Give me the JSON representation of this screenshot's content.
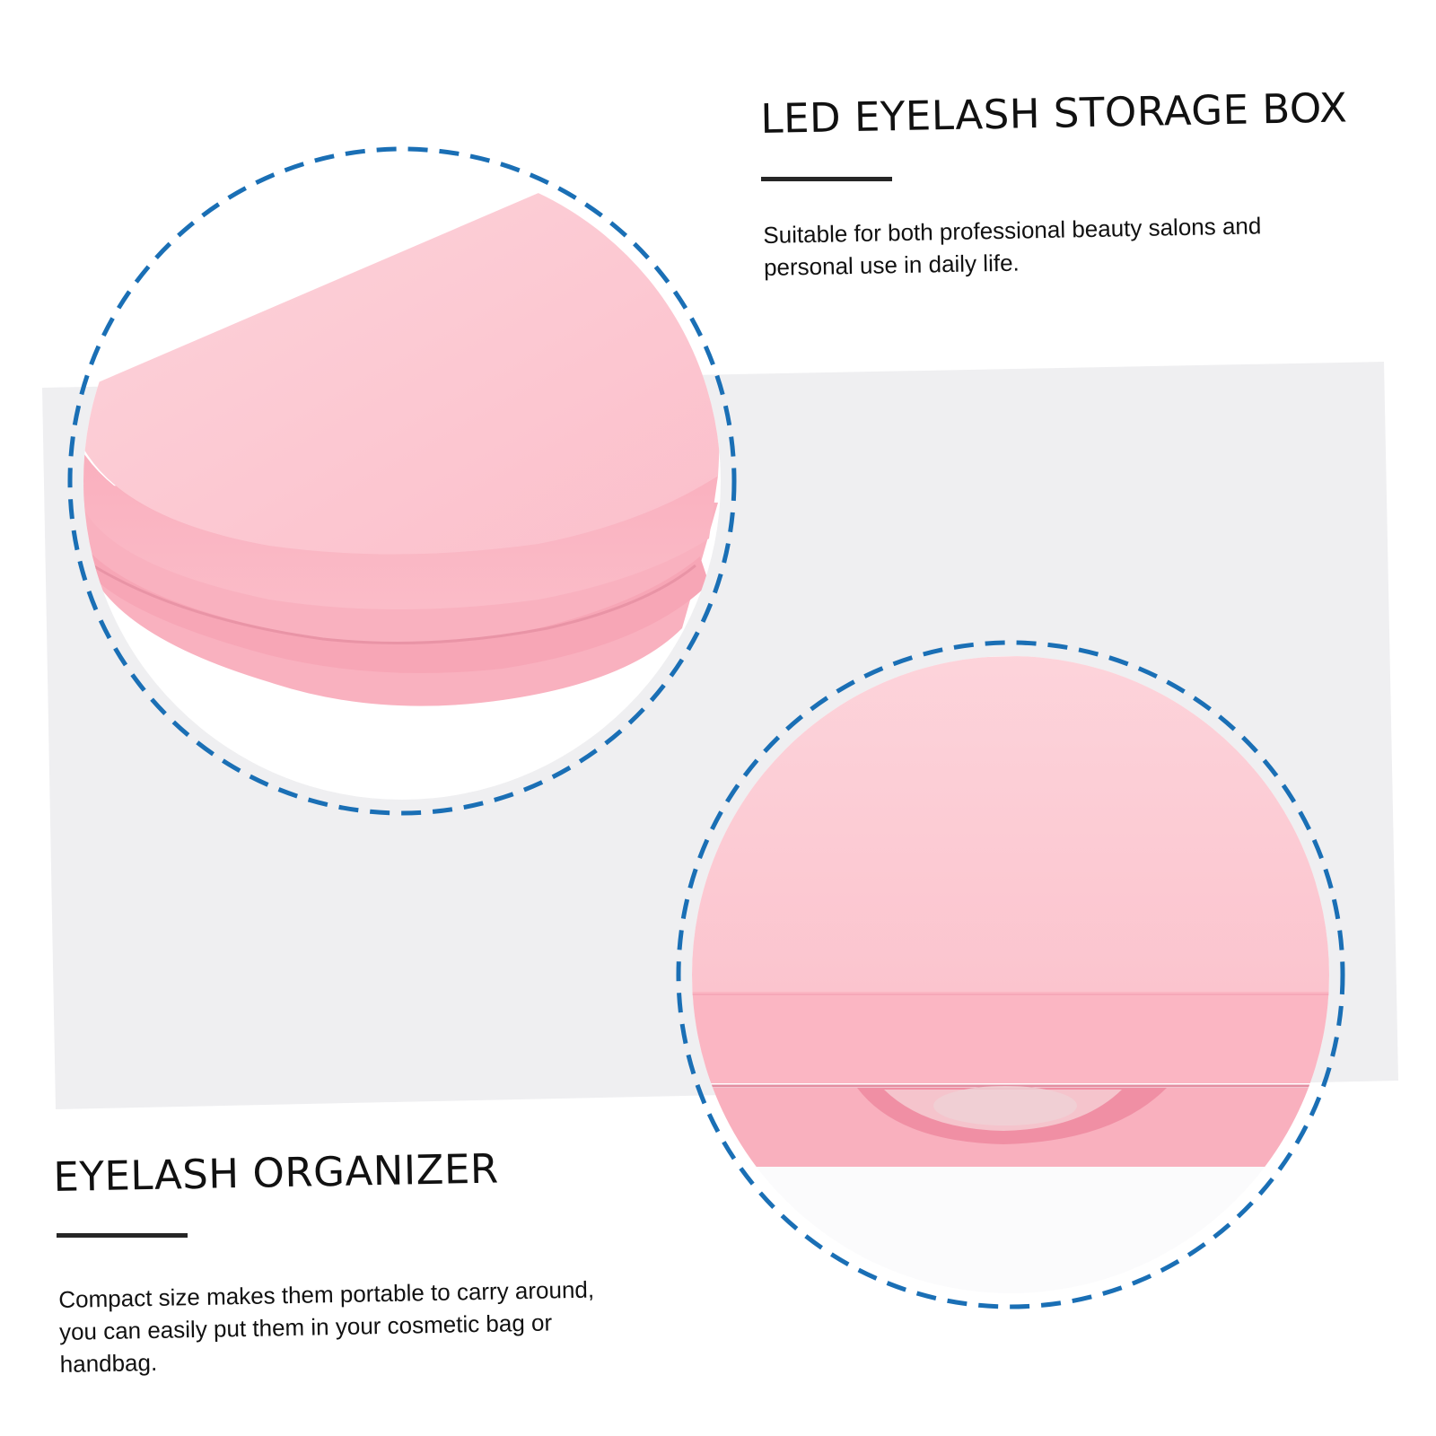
{
  "feature_top": {
    "title": "LED EYELASH STORAGE BOX",
    "description": "Suitable for both professional beauty salons and personal use in daily life."
  },
  "feature_bottom": {
    "title": "EYELASH ORGANIZER",
    "description": "Compact size makes them portable to carry around, you can easily put them in your cosmetic bag or handbag."
  },
  "colors": {
    "panel": "#efeff1",
    "pink": "#fbb8c5",
    "pink_light": "#fdcfd7",
    "dashed_ring": "#1a6fb5",
    "text": "#111111"
  }
}
